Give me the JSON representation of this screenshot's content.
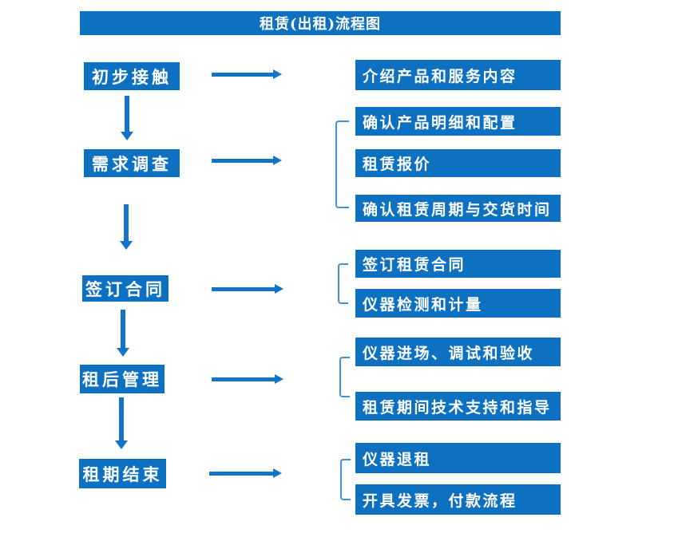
{
  "title": "租赁(出租)流程图",
  "colors": {
    "box_blue": "#0d70c0",
    "arrow_blue": "#1373c8",
    "bracket_blue": "#4190d4",
    "text_white": "#ffffff",
    "background": "#ffffff"
  },
  "steps": [
    {
      "label": "初步接触"
    },
    {
      "label": "需求调查"
    },
    {
      "label": "签订合同"
    },
    {
      "label": "租后管理"
    },
    {
      "label": "租期结束"
    }
  ],
  "details": [
    {
      "label": "介绍产品和服务内容"
    },
    {
      "label": "确认产品明细和配置"
    },
    {
      "label": "租赁报价"
    },
    {
      "label": "确认租赁周期与交货时间"
    },
    {
      "label": "签订租赁合同"
    },
    {
      "label": "仪器检测和计量"
    },
    {
      "label": "仪器进场、调试和验收"
    },
    {
      "label": "租赁期间技术支持和指导"
    },
    {
      "label": "仪器退租"
    },
    {
      "label": "开具发票，付款流程"
    }
  ],
  "icons": {
    "right_arrow": "→",
    "down_arrow": "↓"
  }
}
